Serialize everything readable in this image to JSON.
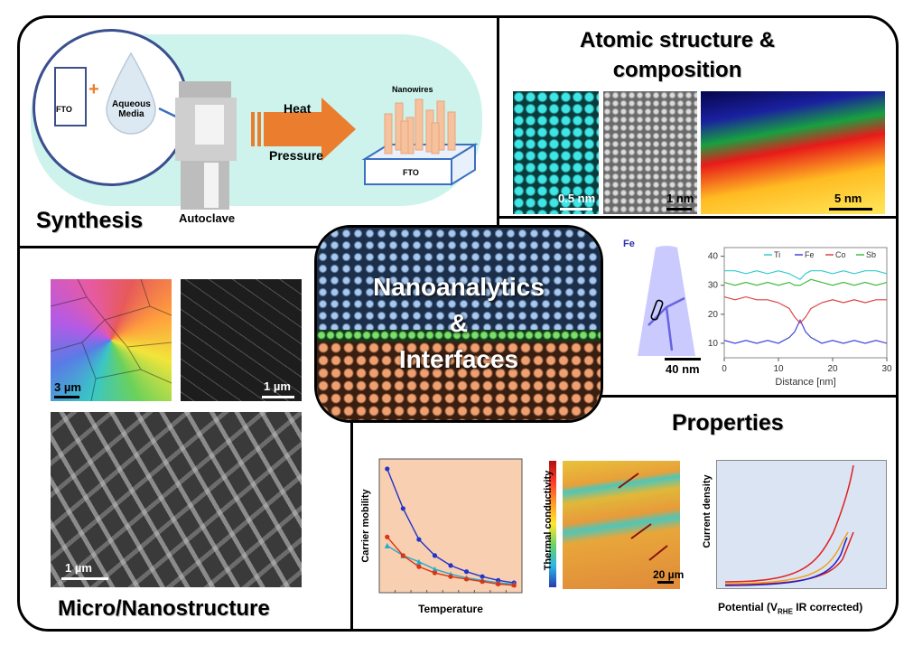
{
  "sections": {
    "synthesis": "Synthesis",
    "atomic": "Atomic structure &\ncomposition",
    "micro": "Micro/Nanostructure",
    "properties": "Properties",
    "center": [
      "Nanoanalytics",
      "&",
      "Interfaces"
    ]
  },
  "synthesis_diagram": {
    "fto": "FTO",
    "plus": "+",
    "media": "Aqueous\nMedia",
    "autoclave": "Autoclave",
    "heat": "Heat",
    "pressure": "Pressure",
    "nanowires": "Nanowires",
    "substrate": "FTO"
  },
  "atomic_images": {
    "scale1": "0.5 nm",
    "scale2": "1 nm",
    "scale3": "5 nm",
    "fe_label": "Fe",
    "scale_apt": "40 nm"
  },
  "micro_images": {
    "scale_ebsd": "3 µm",
    "scale_sem1": "1 µm",
    "scale_sem2": "1 µm"
  },
  "property_plots": {
    "carrier_ylabel": "Carrier mobility",
    "carrier_xlabel": "Temperature",
    "thermal_ylabel": "Thermal conductivity",
    "thermal_scale": "20 µm",
    "current_ylabel": "Current density",
    "current_xlabel_main": "Potential (V",
    "current_xlabel_sub": "RHE",
    "current_xlabel_end": " IR corrected)"
  },
  "chart_data": [
    {
      "type": "line",
      "title": "",
      "xlabel": "Distance [nm]",
      "ylabel": "",
      "xlim": [
        0,
        30
      ],
      "ylim": [
        5,
        43
      ],
      "xticks": [
        0,
        10,
        20,
        30
      ],
      "yticks": [
        10,
        20,
        30,
        40
      ],
      "legend": "top",
      "x": [
        0,
        2,
        4,
        6,
        8,
        10,
        12,
        13,
        14,
        15,
        16,
        18,
        20,
        22,
        24,
        26,
        28,
        30
      ],
      "series": [
        {
          "name": "Ti",
          "color": "#33cccc",
          "values": [
            35,
            35,
            34,
            35,
            34,
            35,
            34,
            33,
            32,
            34,
            35,
            35,
            34,
            35,
            34,
            35,
            35,
            34
          ]
        },
        {
          "name": "Fe",
          "color": "#4444dd",
          "values": [
            11,
            10,
            11,
            10,
            11,
            10,
            12,
            14,
            18,
            14,
            12,
            10,
            11,
            10,
            11,
            10,
            11,
            10
          ]
        },
        {
          "name": "Co",
          "color": "#dd4444",
          "values": [
            26,
            25,
            26,
            25,
            25,
            24,
            22,
            19,
            17,
            19,
            22,
            24,
            25,
            24,
            25,
            24,
            25,
            25
          ]
        },
        {
          "name": "Sb",
          "color": "#44bb44",
          "values": [
            31,
            30,
            31,
            30,
            31,
            30,
            31,
            30,
            30,
            31,
            32,
            31,
            30,
            31,
            30,
            31,
            30,
            31
          ]
        }
      ]
    },
    {
      "type": "line",
      "title": "",
      "xlabel": "Temperature",
      "ylabel": "Carrier mobility",
      "x": [
        1,
        2,
        3,
        4,
        5,
        6,
        7,
        8,
        9
      ],
      "series": [
        {
          "color": "#2233cc",
          "values": [
            100,
            68,
            43,
            30,
            22,
            17,
            13,
            10,
            8
          ]
        },
        {
          "color": "#22aacc",
          "values": [
            38,
            30,
            25,
            19,
            15,
            12,
            10,
            8,
            7
          ]
        },
        {
          "color": "#dd3311",
          "values": [
            45,
            30,
            21,
            16,
            13,
            11,
            9,
            7,
            6
          ]
        }
      ]
    }
  ]
}
